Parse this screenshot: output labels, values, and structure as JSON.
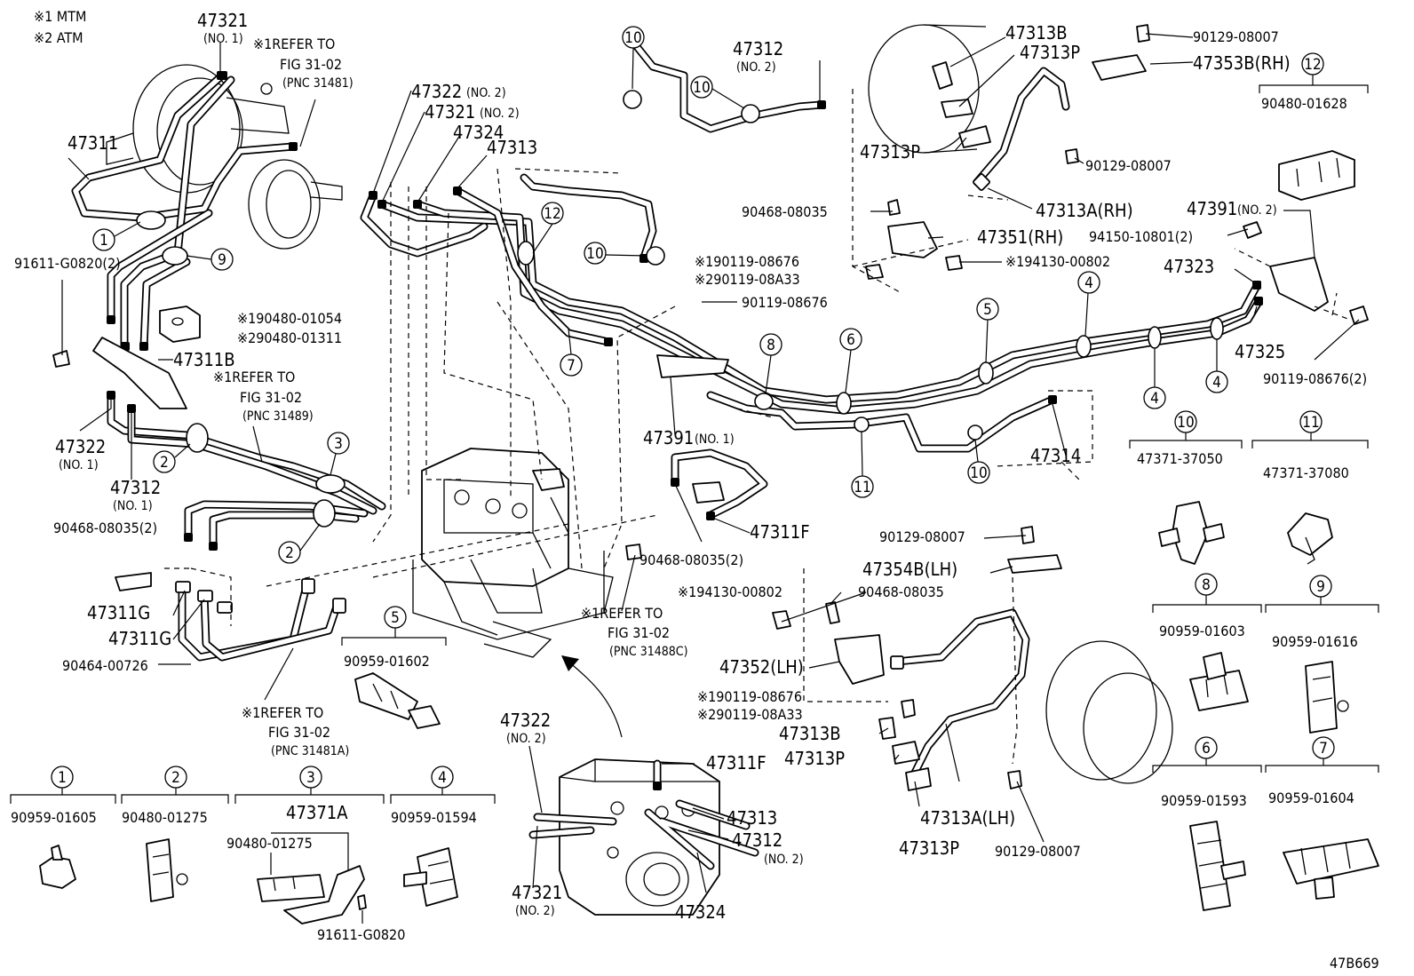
{
  "notes": [
    "※1 MTM",
    "※2 ATM"
  ],
  "figure_code": "47B669",
  "refer_notes": [
    {
      "title": "※1REFER TO",
      "fig": "FIG 31-02",
      "pnc": "(PNC 31481)"
    },
    {
      "title": "※1REFER TO",
      "fig": "FIG 31-02",
      "pnc": "(PNC 31489)"
    },
    {
      "title": "※1REFER TO",
      "fig": "FIG 31-02",
      "pnc": "(PNC 31488C)"
    },
    {
      "title": "※1REFER TO",
      "fig": "FIG 31-02",
      "pnc": "(PNC 31481A)"
    }
  ],
  "labels": [
    {
      "id": "lbl-47321-no1",
      "text": "47321",
      "sub": "(NO. 1)"
    },
    {
      "id": "lbl-47311",
      "text": "47311",
      "sub": ""
    },
    {
      "id": "lbl-91611-g0820-2",
      "text": "91611-G0820(2)",
      "sub": ""
    },
    {
      "id": "lbl-190480-01054",
      "text": "※190480-01054",
      "sub": ""
    },
    {
      "id": "lbl-290480-01311",
      "text": "※290480-01311",
      "sub": ""
    },
    {
      "id": "lbl-47311b",
      "text": "47311B",
      "sub": ""
    },
    {
      "id": "lbl-47322-no1",
      "text": "47322",
      "sub": "(NO. 1)"
    },
    {
      "id": "lbl-47312-no1",
      "text": "47312",
      "sub": "(NO. 1)"
    },
    {
      "id": "lbl-90468-08035-2a",
      "text": "90468-08035(2)",
      "sub": ""
    },
    {
      "id": "lbl-47311g-a",
      "text": "47311G",
      "sub": ""
    },
    {
      "id": "lbl-47311g-b",
      "text": "47311G",
      "sub": ""
    },
    {
      "id": "lbl-90464-00726",
      "text": "90464-00726",
      "sub": ""
    },
    {
      "id": "lbl-47322-no2-top",
      "text": "47322",
      "sub": "(NO. 2)"
    },
    {
      "id": "lbl-47321-no2-top",
      "text": "47321",
      "sub": "(NO. 2)"
    },
    {
      "id": "lbl-47324-top",
      "text": "47324",
      "sub": ""
    },
    {
      "id": "lbl-47313-top",
      "text": "47313",
      "sub": ""
    },
    {
      "id": "lbl-47312-no2-top",
      "text": "47312",
      "sub": "(NO. 2)"
    },
    {
      "id": "lbl-47313b-top",
      "text": "47313B",
      "sub": ""
    },
    {
      "id": "lbl-47313p-top",
      "text": "47313P",
      "sub": ""
    },
    {
      "id": "lbl-47313p-mid",
      "text": "47313P",
      "sub": ""
    },
    {
      "id": "lbl-90129-08007-a",
      "text": "90129-08007",
      "sub": ""
    },
    {
      "id": "lbl-47353b-rh",
      "text": "47353B(RH)",
      "sub": ""
    },
    {
      "id": "lbl-90129-08007-b",
      "text": "90129-08007",
      "sub": ""
    },
    {
      "id": "lbl-47313a-rh",
      "text": "47313A(RH)",
      "sub": ""
    },
    {
      "id": "lbl-90468-08035-top",
      "text": "90468-08035",
      "sub": ""
    },
    {
      "id": "lbl-47351-rh",
      "text": "47351(RH)",
      "sub": ""
    },
    {
      "id": "lbl-190119-08676-top",
      "text": "※190119-08676",
      "sub": ""
    },
    {
      "id": "lbl-290119-08a33-top",
      "text": "※290119-08A33",
      "sub": ""
    },
    {
      "id": "lbl-194130-00802-top",
      "text": "※194130-00802",
      "sub": ""
    },
    {
      "id": "lbl-90119-08676",
      "text": "90119-08676",
      "sub": ""
    },
    {
      "id": "lbl-47391-no2",
      "text": "47391",
      "sub": "(NO. 2)"
    },
    {
      "id": "lbl-94150-10801-2",
      "text": "94150-10801(2)",
      "sub": ""
    },
    {
      "id": "lbl-47323",
      "text": "47323",
      "sub": ""
    },
    {
      "id": "lbl-47325",
      "text": "47325",
      "sub": ""
    },
    {
      "id": "lbl-90119-08676-2",
      "text": "90119-08676(2)",
      "sub": ""
    },
    {
      "id": "lbl-47391-no1",
      "text": "47391",
      "sub": "(NO. 1)"
    },
    {
      "id": "lbl-47314",
      "text": "47314",
      "sub": ""
    },
    {
      "id": "lbl-47311f-mid",
      "text": "47311F",
      "sub": ""
    },
    {
      "id": "lbl-90468-08035-2b",
      "text": "90468-08035(2)",
      "sub": ""
    },
    {
      "id": "lbl-90129-08007-c",
      "text": "90129-08007",
      "sub": ""
    },
    {
      "id": "lbl-47354b-lh",
      "text": "47354B(LH)",
      "sub": ""
    },
    {
      "id": "lbl-194130-00802-bot",
      "text": "※194130-00802",
      "sub": ""
    },
    {
      "id": "lbl-90468-08035-bot",
      "text": "90468-08035",
      "sub": ""
    },
    {
      "id": "lbl-47352-lh",
      "text": "47352(LH)",
      "sub": ""
    },
    {
      "id": "lbl-190119-08676-bot",
      "text": "※190119-08676",
      "sub": ""
    },
    {
      "id": "lbl-290119-08a33-bot",
      "text": "※290119-08A33",
      "sub": ""
    },
    {
      "id": "lbl-47313b-bot",
      "text": "47313B",
      "sub": ""
    },
    {
      "id": "lbl-47313p-bot1",
      "text": "47313P",
      "sub": ""
    },
    {
      "id": "lbl-47313p-bot2",
      "text": "47313P",
      "sub": ""
    },
    {
      "id": "lbl-47313a-lh",
      "text": "47313A(LH)",
      "sub": ""
    },
    {
      "id": "lbl-90129-08007-d",
      "text": "90129-08007",
      "sub": ""
    },
    {
      "id": "lbl-47322-no2-bot",
      "text": "47322",
      "sub": "(NO. 2)"
    },
    {
      "id": "lbl-47321-no2-bot",
      "text": "47321",
      "sub": "(NO. 2)"
    },
    {
      "id": "lbl-47311f-bot",
      "text": "47311F",
      "sub": ""
    },
    {
      "id": "lbl-47313-bot",
      "text": "47313",
      "sub": ""
    },
    {
      "id": "lbl-47312-no2-bot",
      "text": "47312",
      "sub": "(NO. 2)"
    },
    {
      "id": "lbl-47324-bot",
      "text": "47324",
      "sub": ""
    }
  ],
  "clamp_legend": [
    {
      "num": "1",
      "part": "90959-01605"
    },
    {
      "num": "2",
      "part": "90480-01275"
    },
    {
      "num": "3",
      "part": "47371A",
      "subparts": [
        "90480-01275",
        "91611-G0820"
      ]
    },
    {
      "num": "4",
      "part": "90959-01594"
    },
    {
      "num": "5",
      "part": "90959-01602"
    },
    {
      "num": "6",
      "part": "90959-01593"
    },
    {
      "num": "7",
      "part": "90959-01604"
    },
    {
      "num": "8",
      "part": "90959-01603"
    },
    {
      "num": "9",
      "part": "90959-01616"
    },
    {
      "num": "10",
      "part": "47371-37050"
    },
    {
      "num": "11",
      "part": "47371-37080"
    },
    {
      "num": "12",
      "part": "90480-01628"
    }
  ],
  "callouts": [
    "1",
    "9",
    "3",
    "2",
    "2",
    "12",
    "10",
    "10",
    "10",
    "7",
    "8",
    "6",
    "5",
    "4",
    "4",
    "4",
    "11",
    "10"
  ]
}
